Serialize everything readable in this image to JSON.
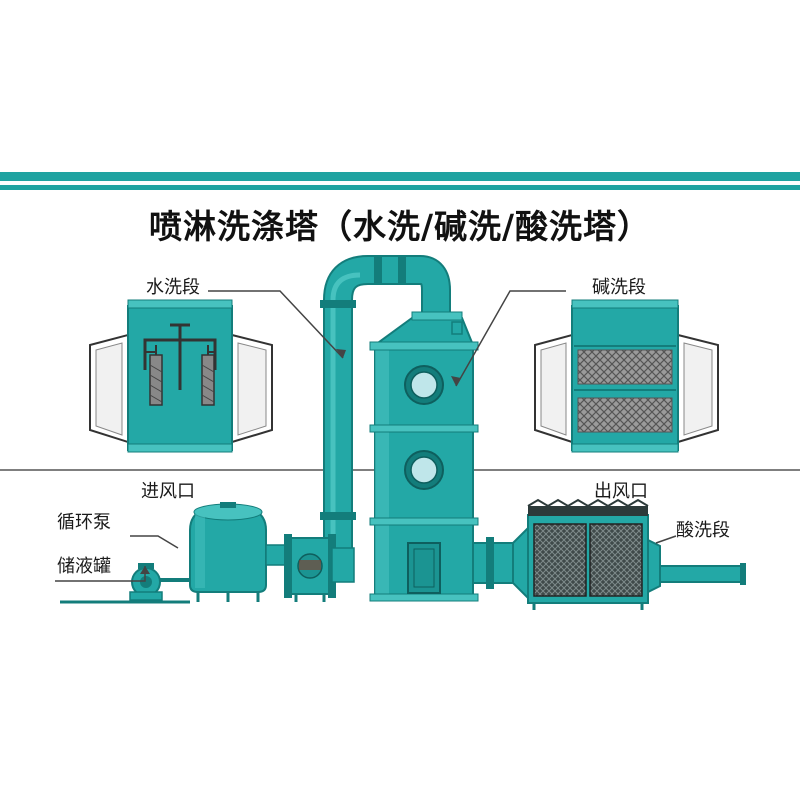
{
  "title": "喷淋洗涤塔（水洗/碱洗/酸洗塔）",
  "labels": {
    "water_wash_section": "水洗段",
    "alkali_wash_section": "碱洗段",
    "air_inlet": "进风口",
    "air_outlet": "出风口",
    "circulation_pump": "循环泵",
    "storage_tank": "储液罐",
    "acid_wash_section": "酸洗段"
  },
  "colors": {
    "equipment": "#23a8a6",
    "equipment_dark": "#137d7b",
    "equipment_light": "#47c2bf",
    "header_band": "#1fa3a1",
    "porthole_glass": "#bfe6ea",
    "packing": "#8a8a8a"
  }
}
